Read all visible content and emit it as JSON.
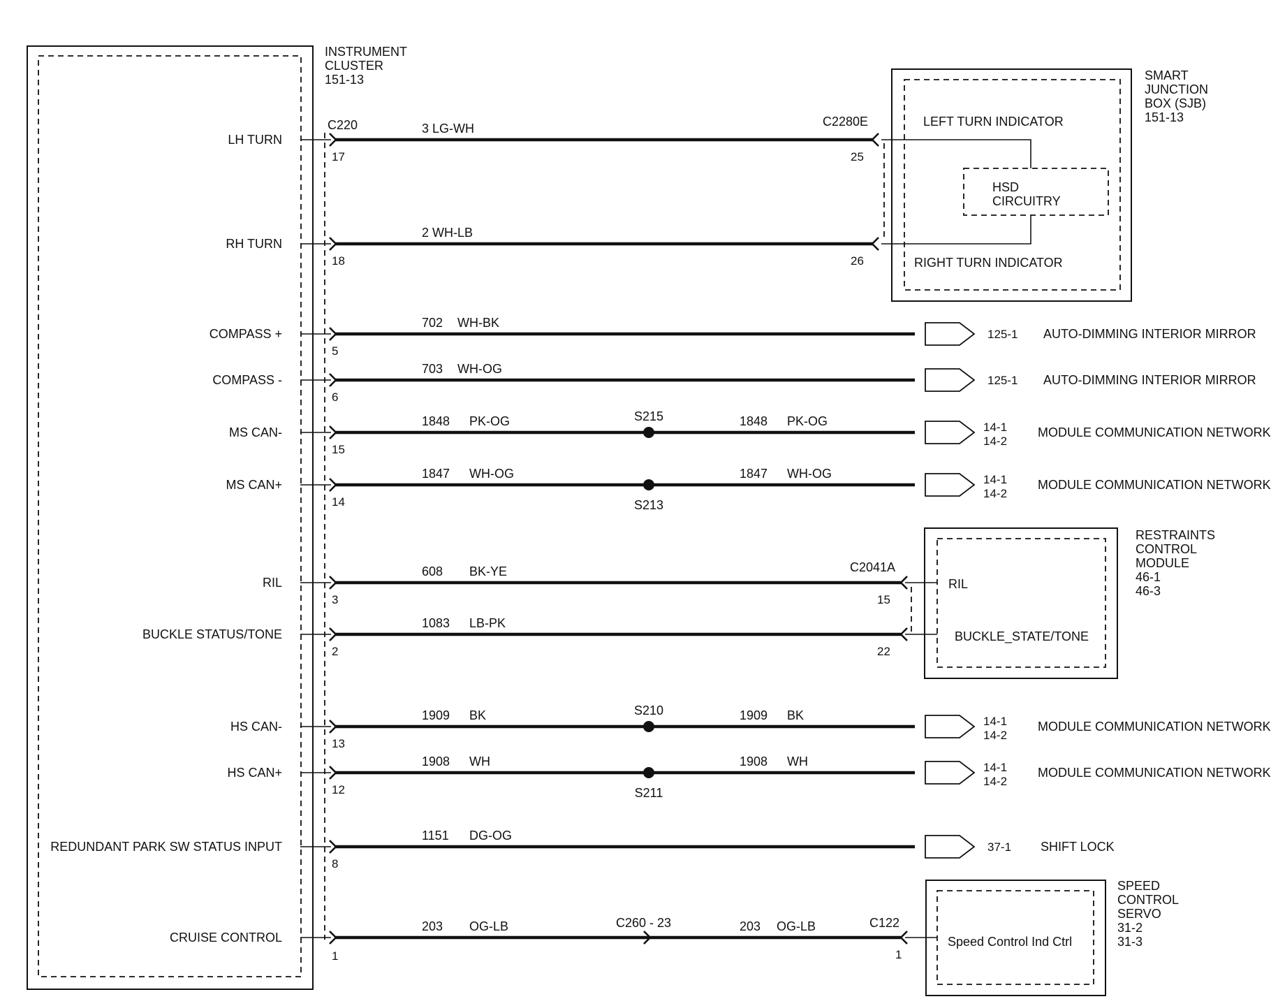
{
  "cluster": {
    "title": [
      "INSTRUMENT",
      "CLUSTER",
      "151-13"
    ]
  },
  "sjb": {
    "title": [
      "SMART",
      "JUNCTION",
      "BOX (SJB)",
      "151-13"
    ],
    "left_label": "LEFT TURN INDICATOR",
    "right_label": "RIGHT TURN INDICATOR",
    "hsd": [
      "HSD",
      "CIRCUITRY"
    ]
  },
  "rcm": {
    "title": [
      "RESTRAINTS",
      "CONTROL",
      "MODULE",
      "46-1",
      "46-3"
    ],
    "ril_label": "RIL",
    "buckle_label": "BUCKLE_STATE/TONE"
  },
  "servo": {
    "title": [
      "SPEED",
      "CONTROL",
      "SERVO",
      "31-2",
      "31-3"
    ],
    "label": "Speed Control Ind Ctrl"
  },
  "connectors": {
    "cluster": "C220",
    "sjb": "C2280E",
    "rcm": "C2041A",
    "inline": "C260 - 23",
    "servo": "C122"
  },
  "circuits": [
    {
      "signal": "LH TURN",
      "pin": "17",
      "wire": "3 LG-WH",
      "end_pin": "25"
    },
    {
      "signal": "RH TURN",
      "pin": "18",
      "wire": "2 WH-LB",
      "end_pin": "26"
    },
    {
      "signal": "COMPASS +",
      "pin": "5",
      "circuit": "702",
      "color": "WH-BK",
      "ref": "125-1",
      "dest": "AUTO-DIMMING INTERIOR MIRROR"
    },
    {
      "signal": "COMPASS -",
      "pin": "6",
      "circuit": "703",
      "color": "WH-OG",
      "ref": "125-1",
      "dest": "AUTO-DIMMING INTERIOR MIRROR"
    },
    {
      "signal": "MS CAN-",
      "pin": "15",
      "circuit": "1848",
      "color": "PK-OG",
      "splice": "S215",
      "circuit2": "1848",
      "color2": "PK-OG",
      "ref": "14-1",
      "ref2": "14-2",
      "dest": "MODULE COMMUNICATION NETWORK"
    },
    {
      "signal": "MS CAN+",
      "pin": "14",
      "circuit": "1847",
      "color": "WH-OG",
      "splice": "S213",
      "circuit2": "1847",
      "color2": "WH-OG",
      "ref": "14-1",
      "ref2": "14-2",
      "dest": "MODULE COMMUNICATION NETWORK"
    },
    {
      "signal": "RIL",
      "pin": "3",
      "circuit": "608",
      "color": "BK-YE",
      "end_pin": "15"
    },
    {
      "signal": "BUCKLE STATUS/TONE",
      "pin": "2",
      "circuit": "1083",
      "color": "LB-PK",
      "end_pin": "22"
    },
    {
      "signal": "HS CAN-",
      "pin": "13",
      "circuit": "1909",
      "color": "BK",
      "splice": "S210",
      "circuit2": "1909",
      "color2": "BK",
      "ref": "14-1",
      "ref2": "14-2",
      "dest": "MODULE COMMUNICATION NETWORK"
    },
    {
      "signal": "HS CAN+",
      "pin": "12",
      "circuit": "1908",
      "color": "WH",
      "splice": "S211",
      "circuit2": "1908",
      "color2": "WH",
      "ref": "14-1",
      "ref2": "14-2",
      "dest": "MODULE COMMUNICATION NETWORK"
    },
    {
      "signal": "REDUNDANT PARK SW STATUS INPUT",
      "pin": "8",
      "circuit": "1151",
      "color": "DG-OG",
      "ref": "37-1",
      "dest": "SHIFT LOCK"
    },
    {
      "signal": "CRUISE CONTROL",
      "pin": "1",
      "circuit": "203",
      "color": "OG-LB",
      "circuit2": "203",
      "color2": "OG-LB",
      "end_pin": "1"
    }
  ]
}
